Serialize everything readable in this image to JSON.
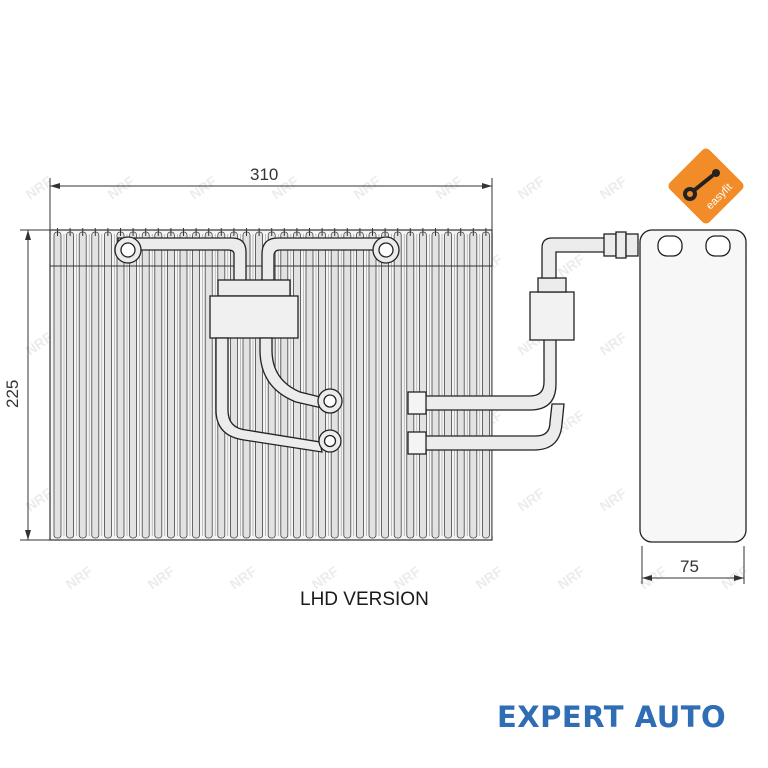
{
  "dimensions": {
    "width": "310",
    "height": "225",
    "depth": "75"
  },
  "caption": "LHD VERSION",
  "badge": {
    "label": "easyfit",
    "icon": "wrench-icon",
    "color": "#f28c28"
  },
  "watermark": "NRF",
  "brand": {
    "name": "EXPERT AUTO",
    "color": "#2f6db5"
  }
}
